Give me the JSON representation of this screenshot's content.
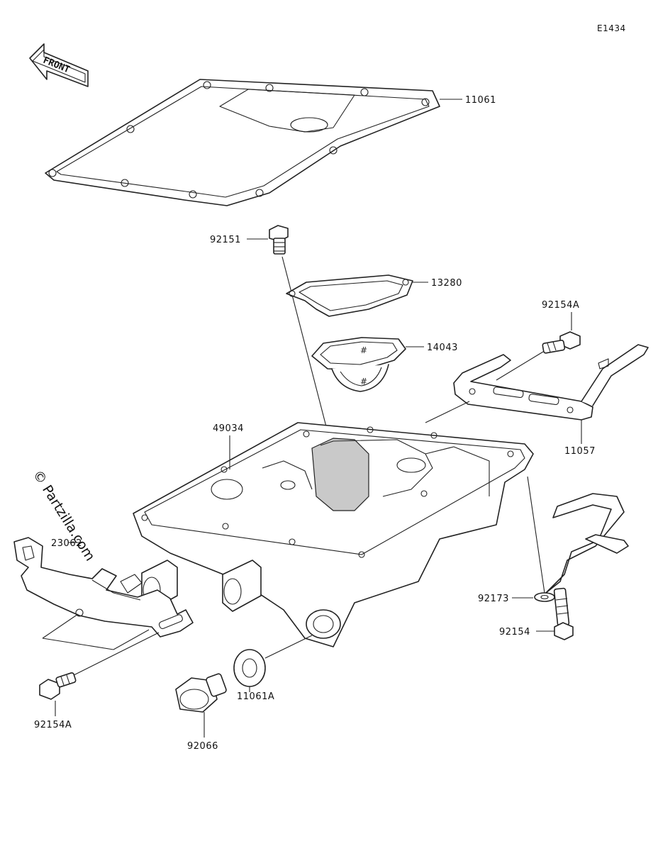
{
  "diagram_code": "E1434",
  "front_label": "FRONT",
  "watermark": "© Partzilla.com",
  "parts": [
    {
      "id": "11061",
      "label": "11061"
    },
    {
      "id": "92151",
      "label": "92151"
    },
    {
      "id": "13280",
      "label": "13280"
    },
    {
      "id": "14043",
      "label": "14043"
    },
    {
      "id": "92154A-top",
      "label": "92154A"
    },
    {
      "id": "11057",
      "label": "11057"
    },
    {
      "id": "49034",
      "label": "49034"
    },
    {
      "id": "23062",
      "label": "23062"
    },
    {
      "id": "92173",
      "label": "92173"
    },
    {
      "id": "92154",
      "label": "92154"
    },
    {
      "id": "92154A-bottom",
      "label": "92154A"
    },
    {
      "id": "92066",
      "label": "92066"
    },
    {
      "id": "11061A",
      "label": "11061A"
    }
  ]
}
